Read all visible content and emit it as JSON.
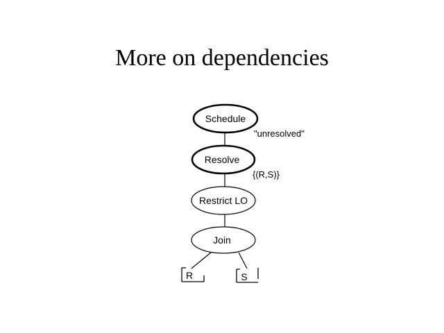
{
  "slide": {
    "title": "More on dependencies"
  },
  "diagram": {
    "nodes": {
      "schedule": "Schedule",
      "resolve": "Resolve",
      "restrict": "Restrict LO",
      "join": "Join",
      "r": "R",
      "s": "S"
    },
    "annotations": {
      "unresolved": "\"unresolved\"",
      "rs": "{(R,S)}"
    }
  }
}
